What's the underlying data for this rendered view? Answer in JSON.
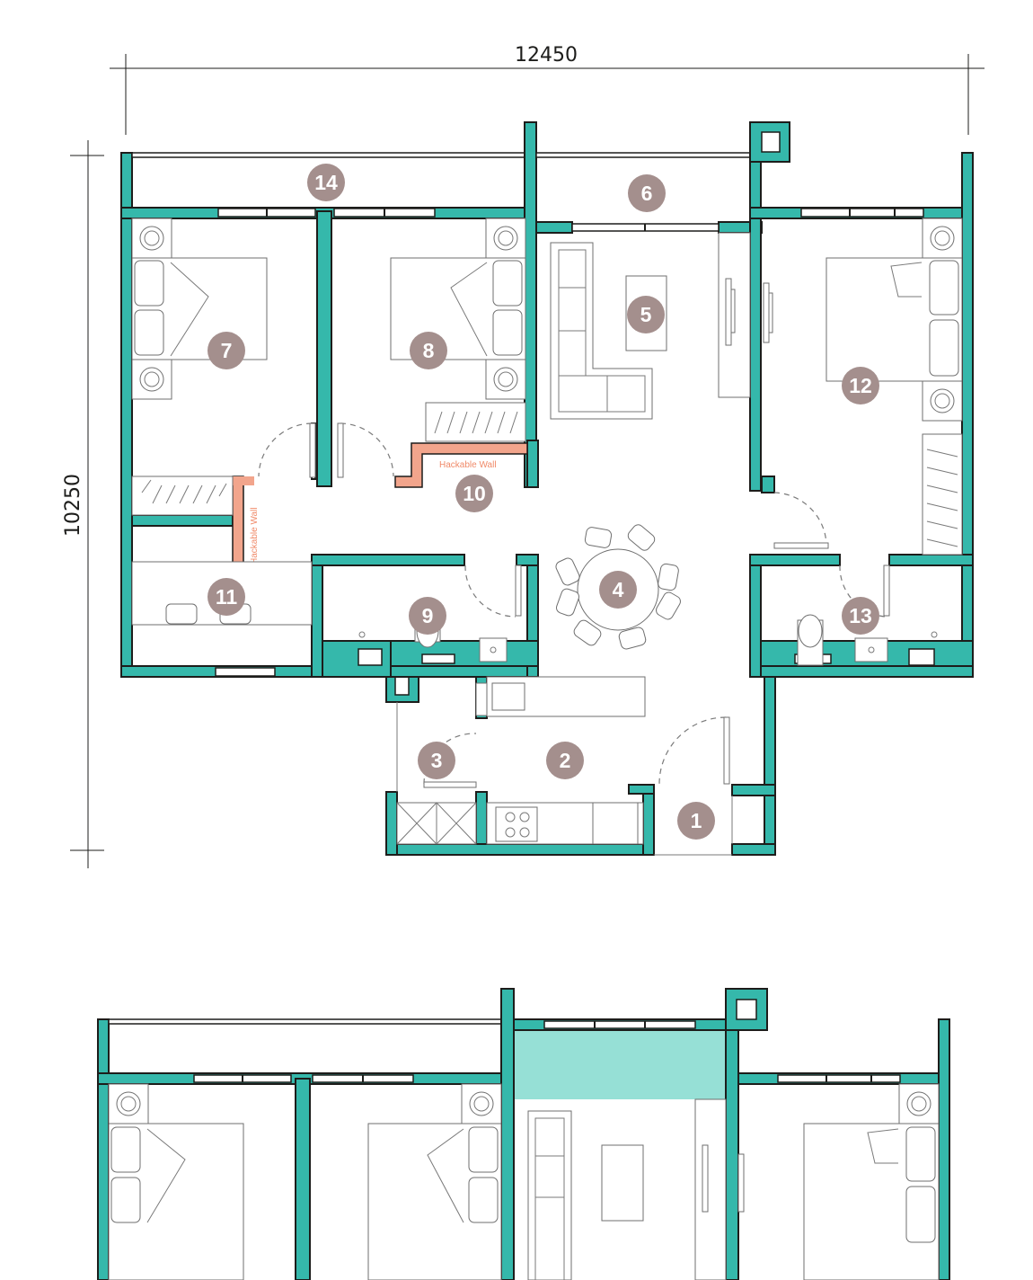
{
  "dimensions": {
    "width_label": "12450",
    "height_label": "10250"
  },
  "rooms": [
    {
      "number": "1"
    },
    {
      "number": "2"
    },
    {
      "number": "3"
    },
    {
      "number": "4"
    },
    {
      "number": "5"
    },
    {
      "number": "6"
    },
    {
      "number": "7"
    },
    {
      "number": "8"
    },
    {
      "number": "9"
    },
    {
      "number": "10"
    },
    {
      "number": "11"
    },
    {
      "number": "12"
    },
    {
      "number": "13"
    },
    {
      "number": "14"
    }
  ],
  "annotations": {
    "hackable_wall_horizontal": "Hackable Wall",
    "hackable_wall_vertical": "Hackable Wall"
  },
  "colors": {
    "wall": "#35b8ab",
    "badge": "#a48f8d",
    "hackable": "#f2a58c",
    "highlight": "#96e0d6"
  }
}
